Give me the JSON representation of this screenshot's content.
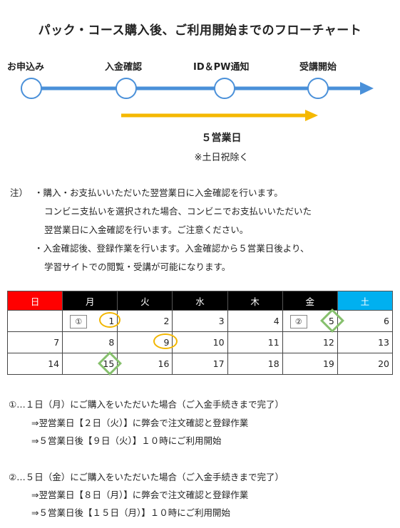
{
  "title": "パック・コース購入後、ご利用開始までのフローチャート",
  "flow": {
    "steps": [
      "お申込み",
      "入金確認",
      "ID＆PW通知",
      "受講開始"
    ],
    "business_days": "５営業日",
    "excluding": "※土日祝除く",
    "colors": {
      "line": "#4a90d9",
      "arrow": "#f5b800",
      "node_stroke": "#4a90d9"
    }
  },
  "notes": {
    "prefix": "注）",
    "lines": [
      "・購入・お支払いいただいた翌営業日に入金確認を行います。",
      "コンビニ支払いを選択された場合、コンビニでお支払いいただいた",
      "翌営業日に入金確認を行います。ご注意ください。",
      "・入金確認後、登録作業を行います。入金確認から５営業日後より、",
      "学習サイトでの閲覧・受講が可能になります。"
    ]
  },
  "calendar": {
    "headers": [
      "日",
      "月",
      "火",
      "水",
      "木",
      "金",
      "土"
    ],
    "weeks": [
      [
        "",
        "1",
        "2",
        "3",
        "4",
        "5",
        "6"
      ],
      [
        "7",
        "8",
        "9",
        "10",
        "11",
        "12",
        "13"
      ],
      [
        "14",
        "15",
        "16",
        "17",
        "18",
        "19",
        "20"
      ]
    ],
    "case_markers": [
      "①",
      "②"
    ],
    "colors": {
      "sunday": "#ff0000",
      "saturday": "#00b0f0",
      "weekday": "#000000",
      "ring": "#f2b600",
      "diamond": "#86c06d"
    }
  },
  "examples": [
    {
      "head": "①…１日（月）にご購入をいただいた場合（ご入金手続きまで完了）",
      "lines": [
        "⇒翌営業日【２日（火）】に弊会で注文確認と登録作業",
        "⇒５営業日後【９日（火）】１０時にご利用開始"
      ]
    },
    {
      "head": "②…５日（金）にご購入をいただいた場合（ご入金手続きまで完了）",
      "lines": [
        "⇒翌営業日【８日（月）】に弊会で注文確認と登録作業",
        "⇒５営業日後【１５日（月）】１０時にご利用開始"
      ]
    }
  ]
}
